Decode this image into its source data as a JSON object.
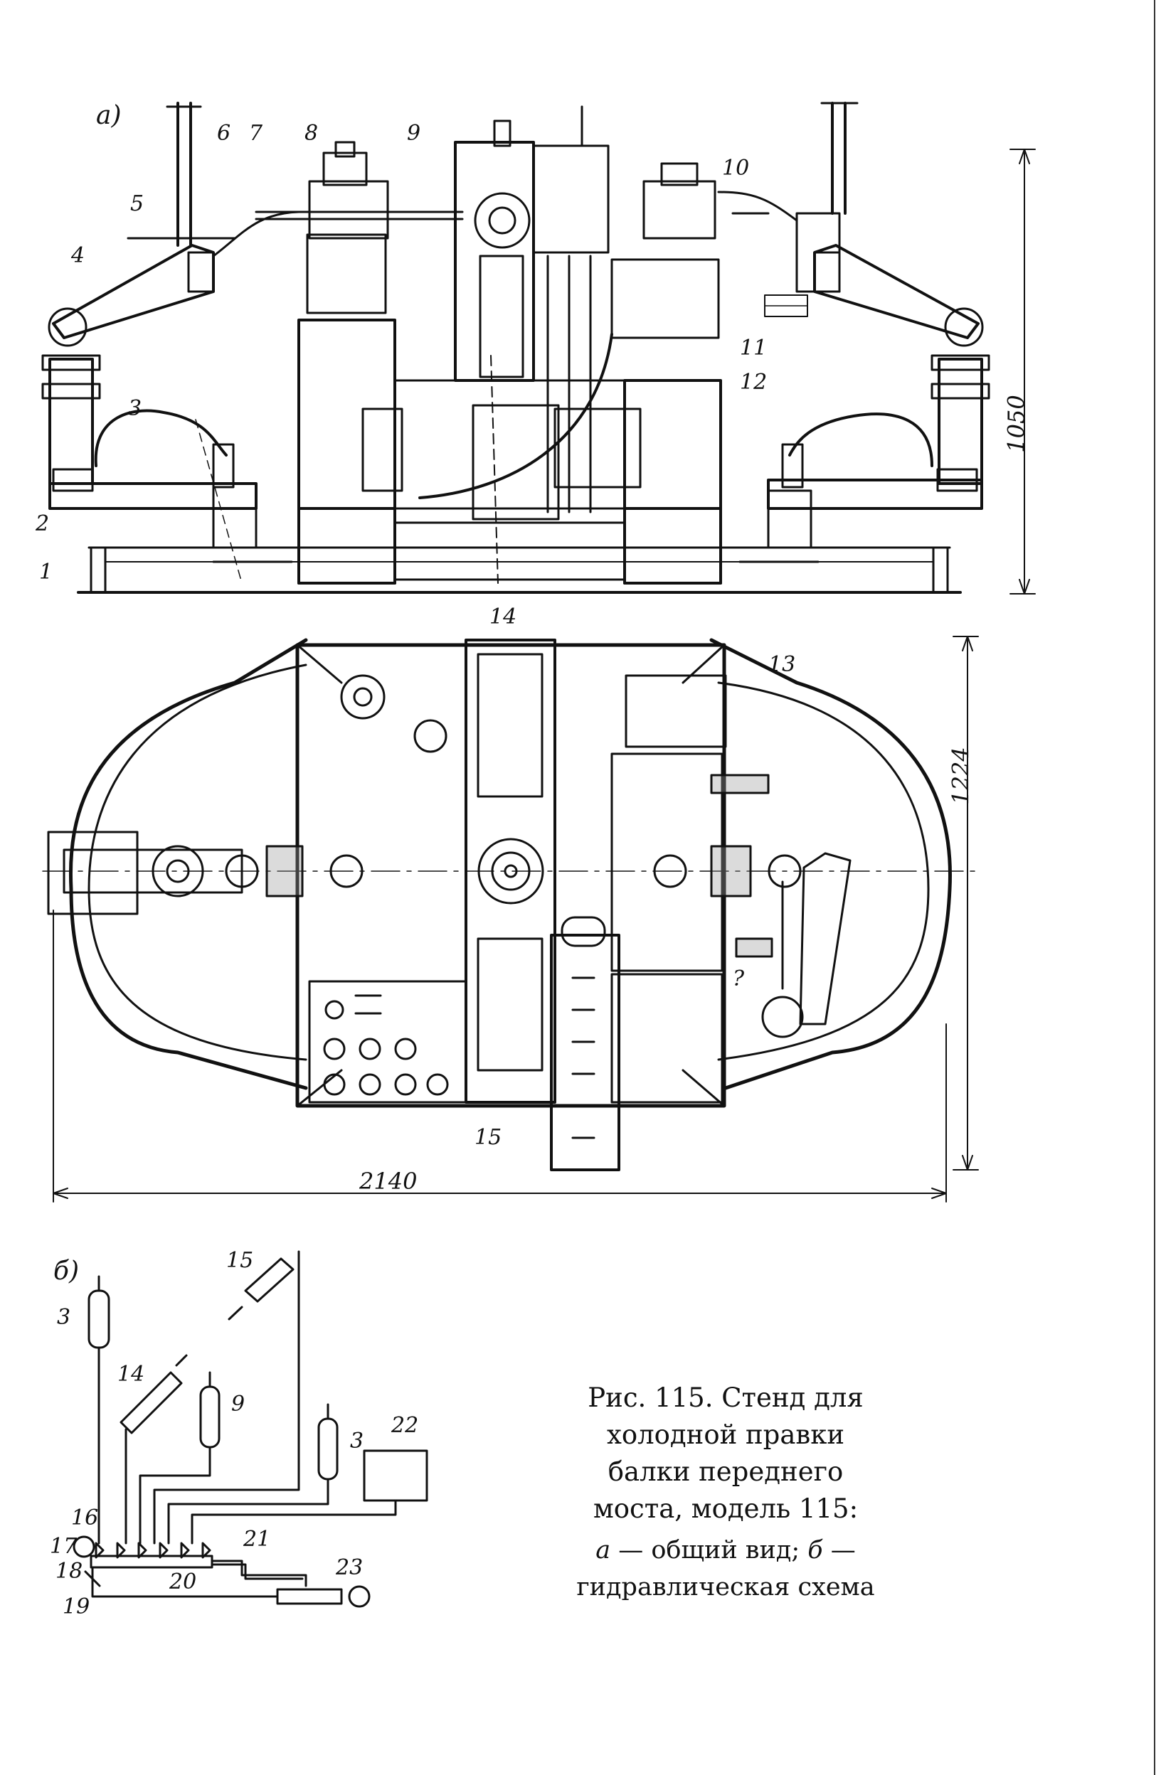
{
  "figure": {
    "view_a_label": "а)",
    "view_b_label": "б)",
    "dimensions": {
      "height": "1050",
      "width": "1224",
      "length": "2140"
    },
    "callouts_a": [
      "1",
      "2",
      "3",
      "4",
      "5",
      "6",
      "7",
      "8",
      "9",
      "10",
      "11",
      "12"
    ],
    "callouts_plan": [
      "13",
      "14",
      "15"
    ],
    "callouts_b": [
      "3",
      "14",
      "15",
      "9",
      "3",
      "16",
      "17",
      "18",
      "19",
      "20",
      "21",
      "22",
      "23"
    ],
    "question_mark": "?"
  },
  "caption": {
    "title": "Рис. 115. Стенд для холодной правки балки переднего моста, модель 115:",
    "legend_a_letter": "а",
    "legend_a_text": " — общий вид; ",
    "legend_b_letter": "б",
    "legend_b_text": " — гидравлическая схема"
  }
}
